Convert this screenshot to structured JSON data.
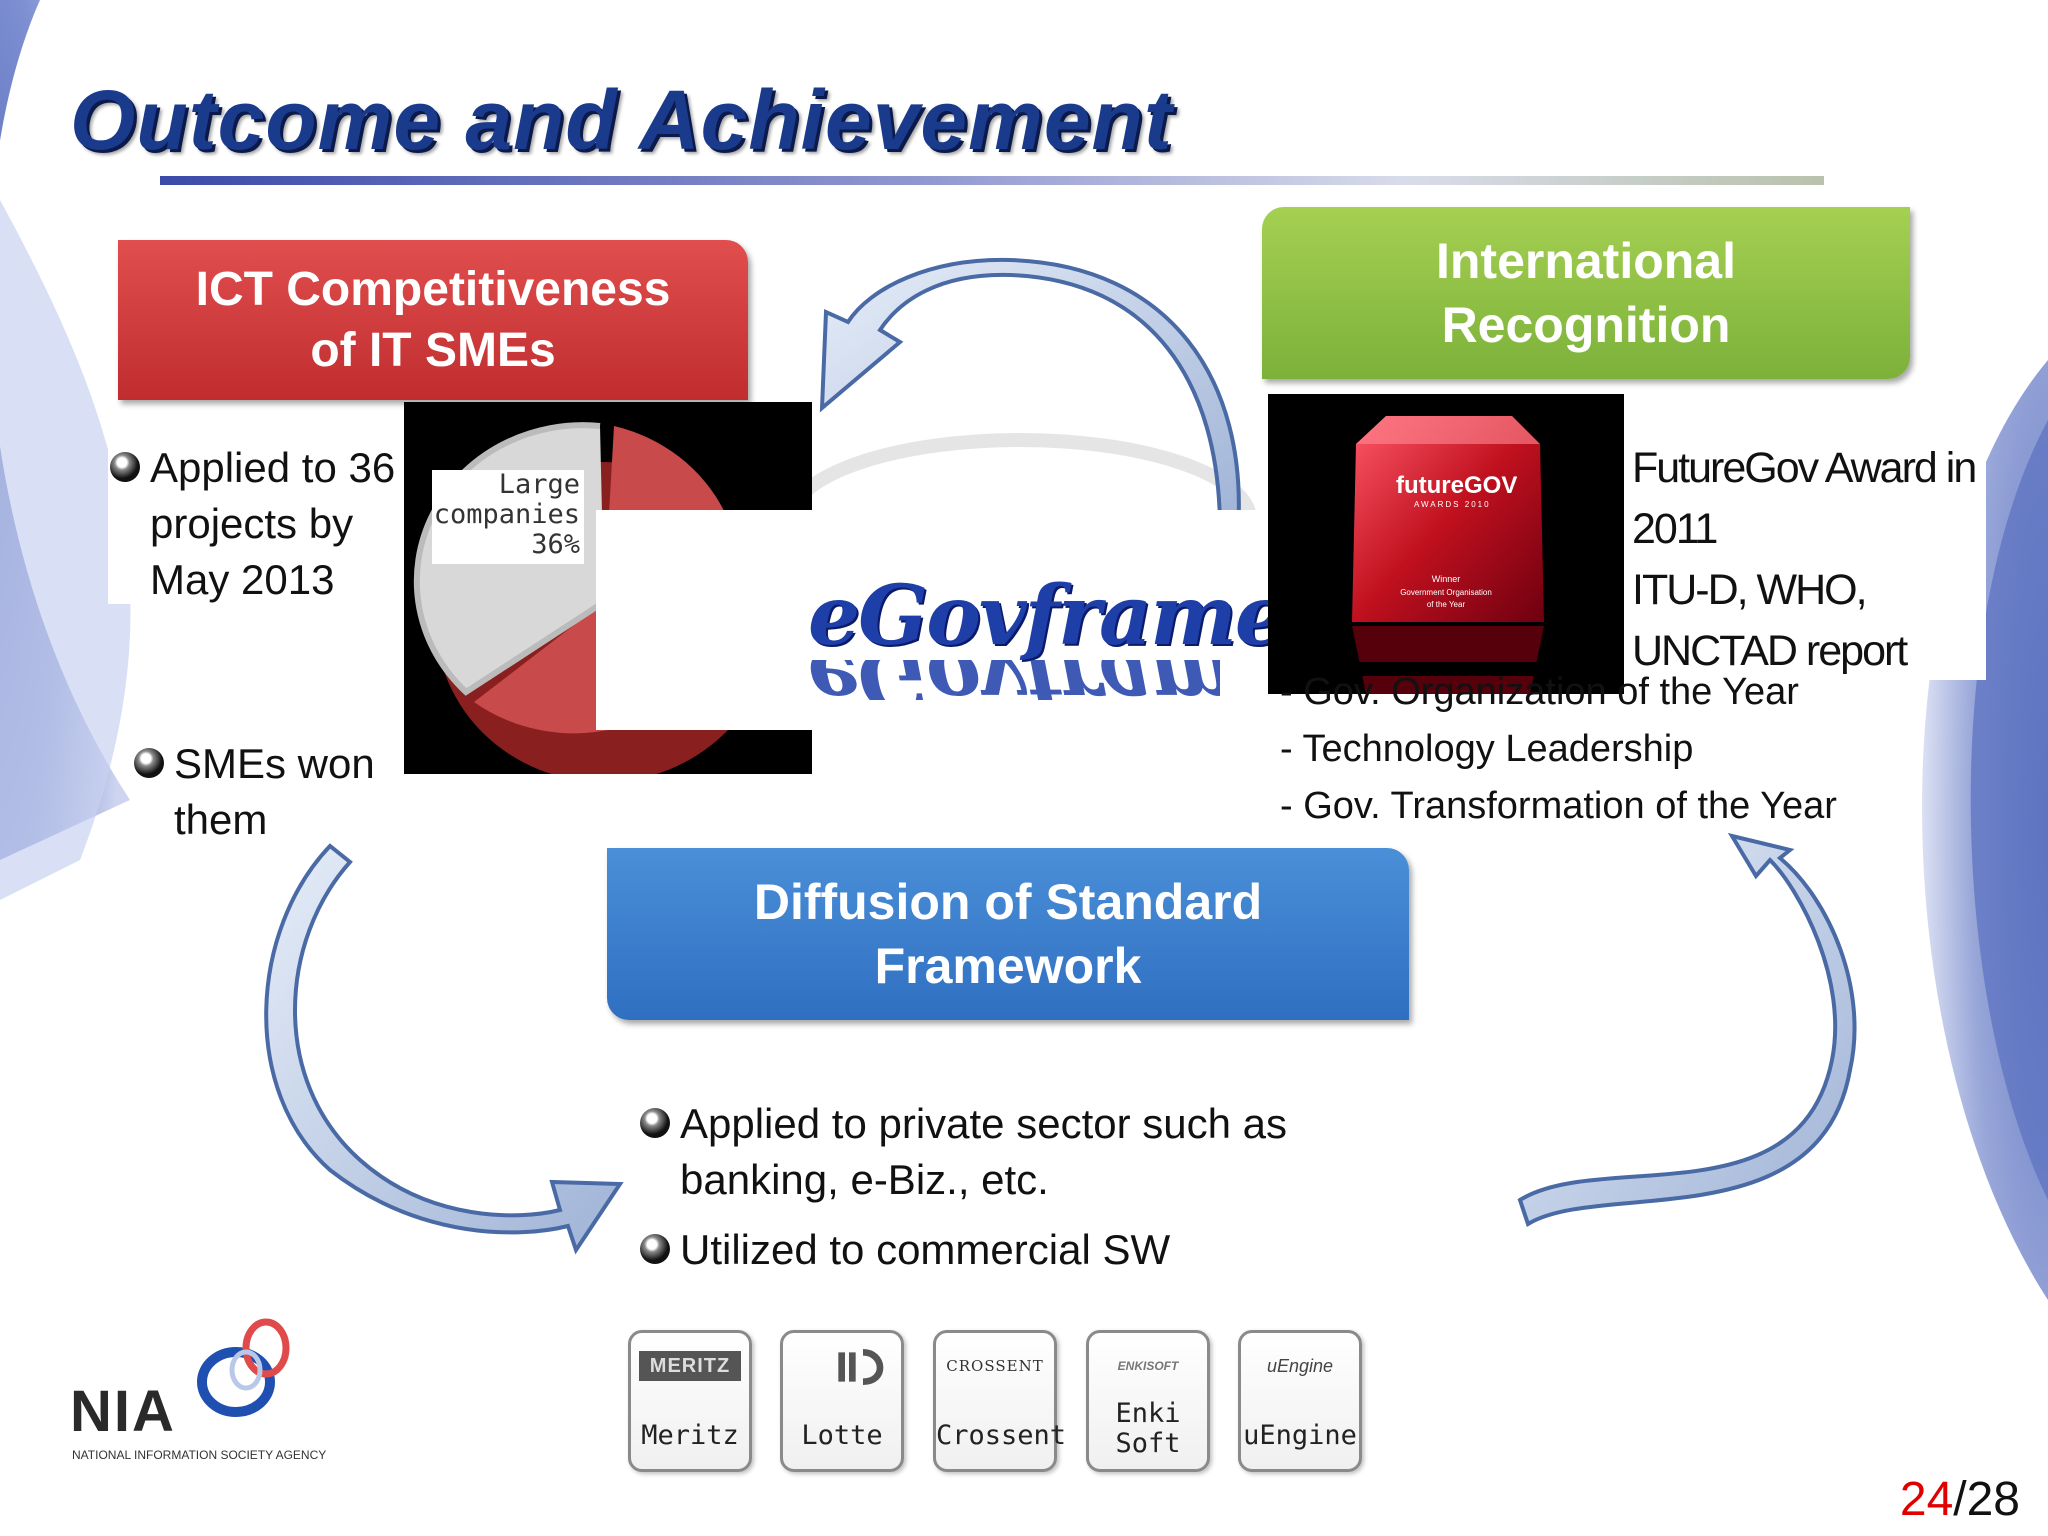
{
  "slide": {
    "title": "Outcome and Achievement",
    "page_current": "24",
    "page_total": "28"
  },
  "ict": {
    "header_line1": "ICT Competitiveness",
    "header_line2": "of IT SMEs",
    "bullet1_lines": [
      "Applied to 36",
      "projects by",
      "May 2013"
    ],
    "bullet2_lines": [
      "SMEs won",
      "them"
    ],
    "pie_label": [
      "Large",
      "companies",
      "36%"
    ],
    "pie_large_share": 0.36
  },
  "center_logo": {
    "text": "eGovframe"
  },
  "intl": {
    "header_line1": "International",
    "header_line2": "Recognition",
    "award_plaque": {
      "brand": "futureGOV",
      "sub": "AWARDS 2010",
      "winner": "Winner",
      "line1": "Government Organisation",
      "line2": "of the Year"
    },
    "text_lines": [
      "FutureGov Award in",
      "2011",
      "ITU-D, WHO,",
      "UNCTAD report"
    ],
    "list": [
      "- Gov. Organization of the Year",
      "- Technology Leadership",
      "- Gov. Transformation of the Year"
    ]
  },
  "diffusion": {
    "header_line1": "Diffusion of Standard",
    "header_line2": "Framework",
    "bullet1_lines": [
      "Applied to private sector such as",
      "banking, e-Biz., etc."
    ],
    "bullet2": "Utilized to commercial SW"
  },
  "partners": [
    {
      "name": "Meritz",
      "logo": "MERITZ"
    },
    {
      "name": "Lotte",
      "logo": ""
    },
    {
      "name": "Crossent",
      "logo": "CROSSENT"
    },
    {
      "name_line1": "Enki",
      "name_line2": "Soft",
      "logo": "ENKISOFT"
    },
    {
      "name": "uEngine",
      "logo": "uEngine"
    }
  ],
  "footer": {
    "org": "NIA",
    "org_full": "NATIONAL INFORMATION SOCIETY AGENCY"
  },
  "colors": {
    "red": "#c83232",
    "green": "#8cc04a",
    "blue": "#3a7cc8",
    "title": "#1a3a8c",
    "page_current": "#e00000"
  }
}
